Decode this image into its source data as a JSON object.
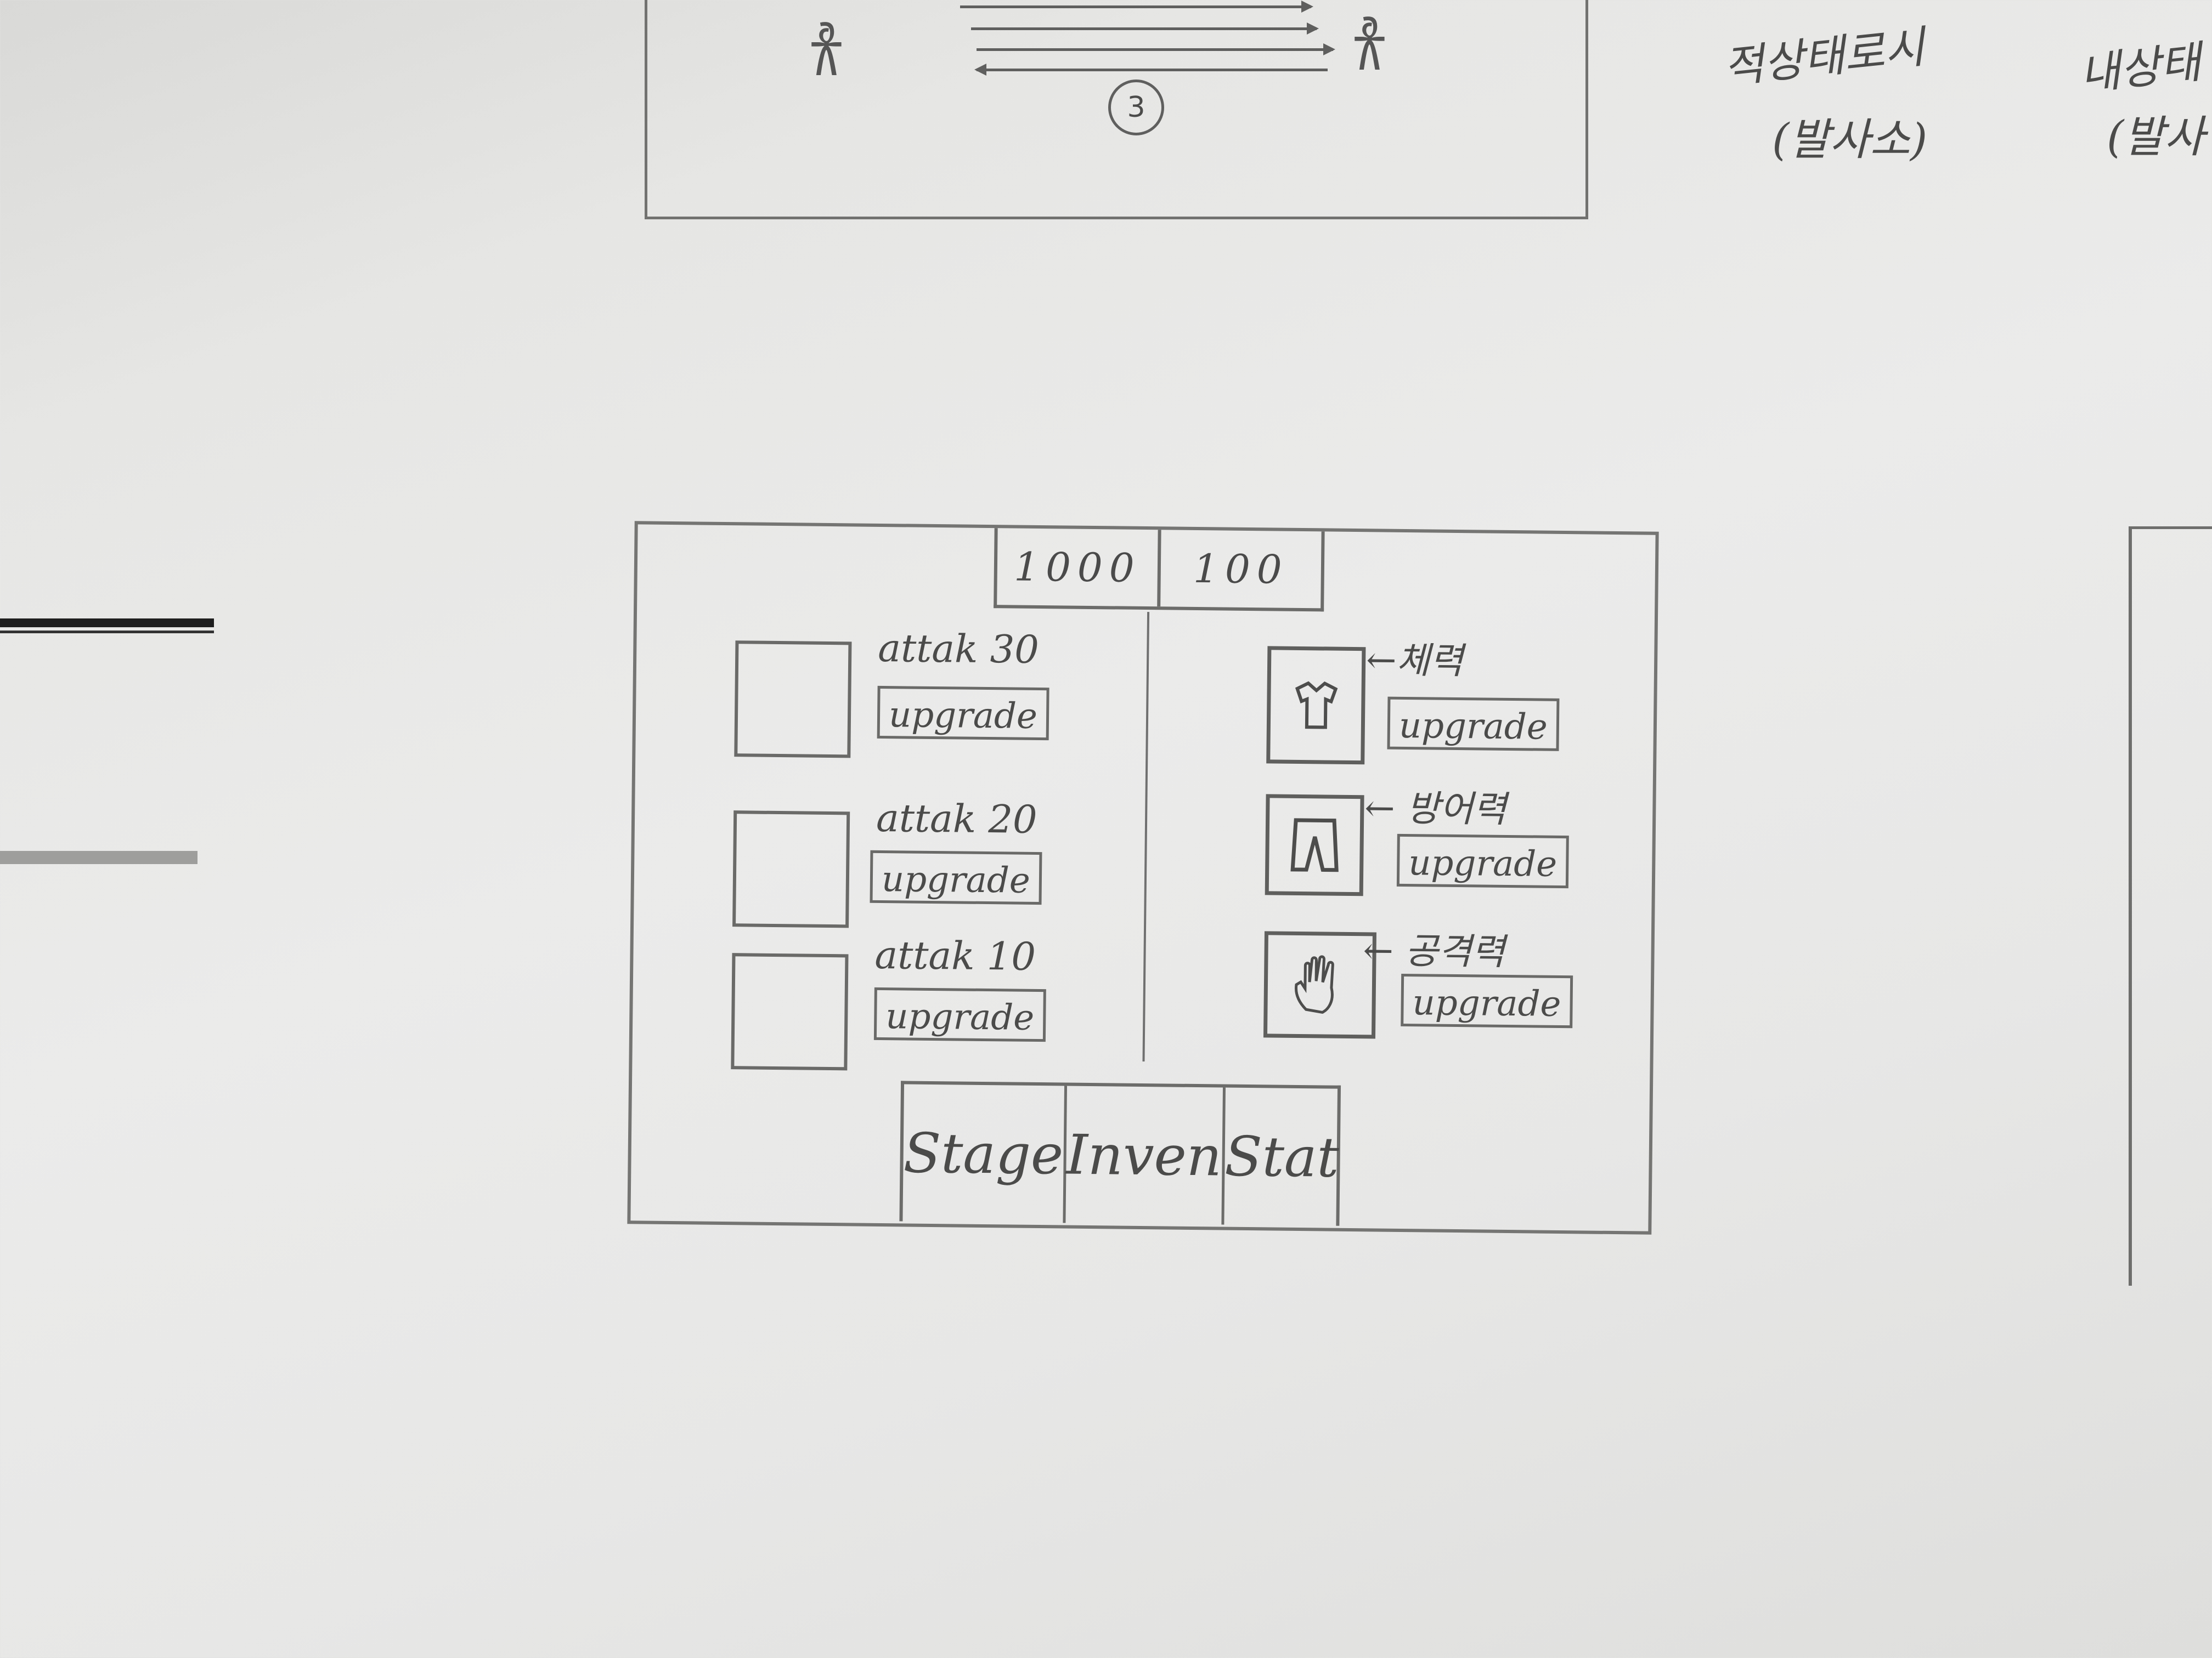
{
  "top_sketch": {
    "step_number": "3",
    "notes": [
      {
        "line1": "적상태로시",
        "line2": "(발사소)"
      },
      {
        "line1": "내상태",
        "line2": "(발사"
      }
    ]
  },
  "wireframe": {
    "top_bar": {
      "left_value": "1000",
      "right_value": "100"
    },
    "weapons": [
      {
        "label": "attak 30",
        "button": "upgrade"
      },
      {
        "label": "attak 20",
        "button": "upgrade"
      },
      {
        "label": "attak 10",
        "button": "upgrade"
      }
    ],
    "gear": [
      {
        "icon": "shirt-icon",
        "label": "←체력",
        "button": "upgrade"
      },
      {
        "icon": "pants-icon",
        "label": "← 방어력",
        "button": "upgrade"
      },
      {
        "icon": "hand-icon",
        "label": "← 공격력",
        "button": "upgrade"
      }
    ],
    "bottom_nav": {
      "tabs": [
        "Stage",
        "Inven",
        "Stat"
      ]
    }
  },
  "colors": {
    "paper": "#e8e8e6",
    "pencil": "#5f5f5e"
  }
}
